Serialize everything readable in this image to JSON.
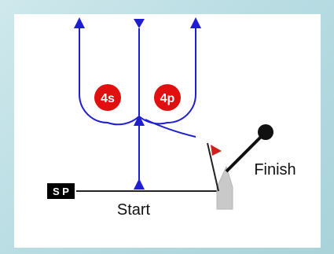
{
  "diagram": {
    "labels": {
      "start": "Start",
      "finish": "Finish",
      "sp_badge": "S P",
      "mark_4s": "4s",
      "mark_4p": "4p"
    },
    "colors": {
      "course_line": "#1f1fcf",
      "mark_fill": "#e01010",
      "mark_text": "#ffffff",
      "committee_line": "#222222",
      "boat_fill": "#c9c9c9",
      "flag": "#d0201c",
      "badge_bg": "#000000",
      "badge_text": "#ffffff",
      "panel_bg": "#ffffff"
    },
    "icons": [
      "arrow-up-icon",
      "arrow-down-icon",
      "flag-icon",
      "boat-icon",
      "pin-ball-icon"
    ]
  }
}
